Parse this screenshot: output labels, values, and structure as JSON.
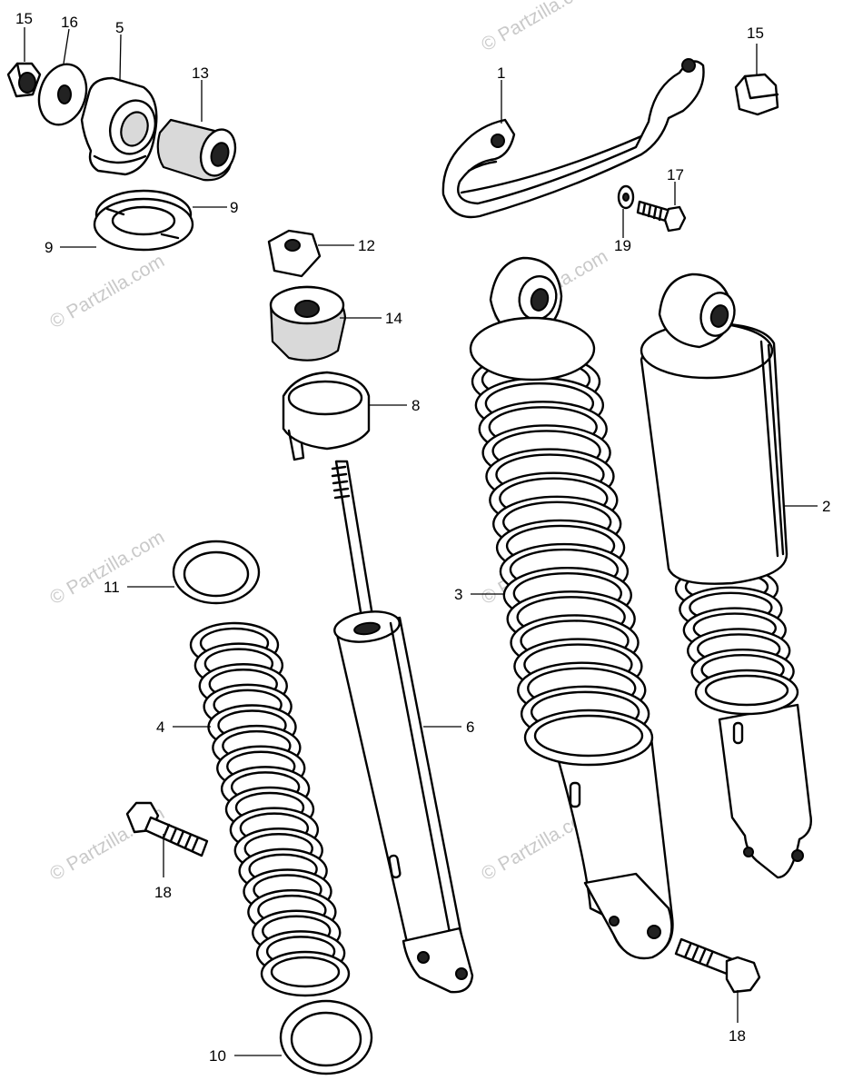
{
  "watermarks": [
    "© Partzilla.com",
    "© Partzilla.com",
    "© Partzilla.com",
    "© Partzilla.com",
    "© Partzilla.com",
    "© Partzilla.com",
    "© Partzilla.com"
  ],
  "callouts": {
    "c1": "1",
    "c2": "2",
    "c3": "3",
    "c4": "4",
    "c5": "5",
    "c6": "6",
    "c8": "8",
    "c9a": "9",
    "c9b": "9",
    "c10": "10",
    "c11": "11",
    "c12": "12",
    "c13": "13",
    "c14": "14",
    "c15a": "15",
    "c15b": "15",
    "c16": "16",
    "c17": "17",
    "c18a": "18",
    "c18b": "18",
    "c19": "19"
  }
}
